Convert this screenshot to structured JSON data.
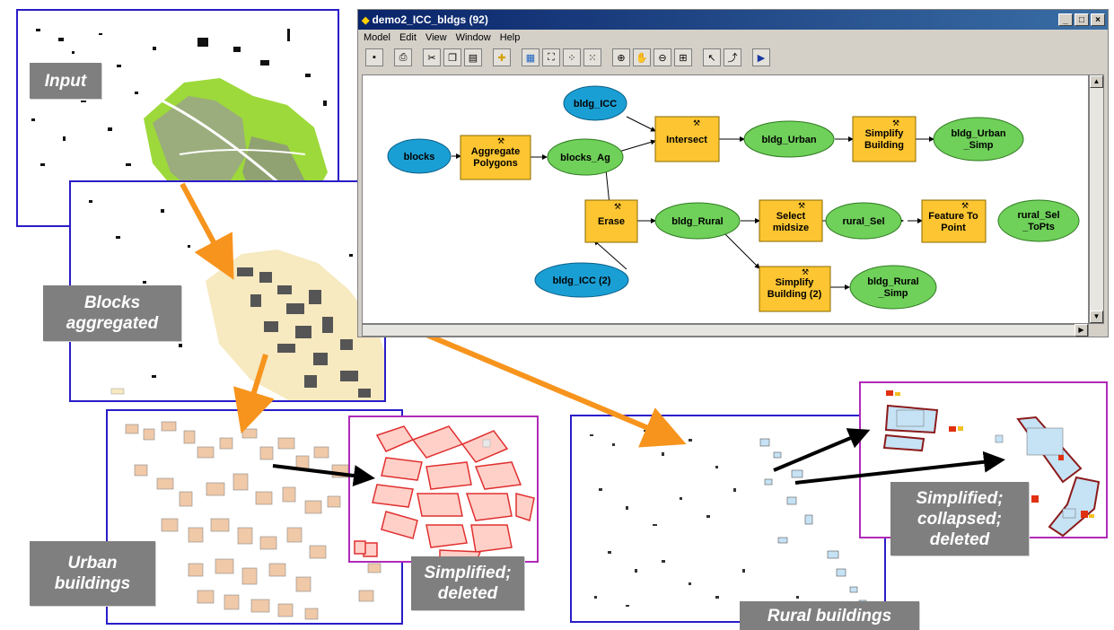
{
  "labels": {
    "input": "Input",
    "blocks_aggregated": "Blocks\naggregated",
    "urban_buildings": "Urban\nbuildings",
    "simplified_deleted": "Simplified;\ndeleted",
    "simplified_collapsed_deleted": "Simplified;\ncollapsed;\ndeleted",
    "rural_buildings": "Rural buildings"
  },
  "window": {
    "title": "demo2_ICC_bldgs (92)",
    "menu": [
      "Model",
      "Edit",
      "View",
      "Window",
      "Help"
    ],
    "controls": [
      "_",
      "□",
      "×"
    ]
  },
  "model": {
    "inputs": {
      "blocks": "blocks",
      "bldg_icc": "bldg_ICC",
      "bldg_icc_2": "bldg_ICC (2)"
    },
    "tools": {
      "aggregate": "Aggregate\nPolygons",
      "intersect": "Intersect",
      "simplify": "Simplify\nBuilding",
      "erase": "Erase",
      "select": "Select\nmidsize",
      "feature_to_point": "Feature To\nPoint",
      "simplify2": "Simplify\nBuilding (2)"
    },
    "outputs": {
      "blocks_ag": "blocks_Ag",
      "bldg_urban": "bldg_Urban",
      "bldg_urban_simp": "bldg_Urban\n_Simp",
      "bldg_rural": "bldg_Rural",
      "rural_sel": "rural_Sel",
      "rural_sel_topts": "rural_Sel\n_ToPts",
      "bldg_rural_simp": "bldg_Rural\n_Simp"
    }
  },
  "colors": {
    "input_node": "#1a9fd4",
    "tool_node": "#fcc531",
    "output_node": "#6fd05a",
    "panel_border_blue": "#2a1cc8",
    "panel_border_magenta": "#b02ab8",
    "orange_arrow": "#f7941d",
    "urban_fill": "#f0c9a8",
    "rural_fill": "#c6e2f5"
  }
}
